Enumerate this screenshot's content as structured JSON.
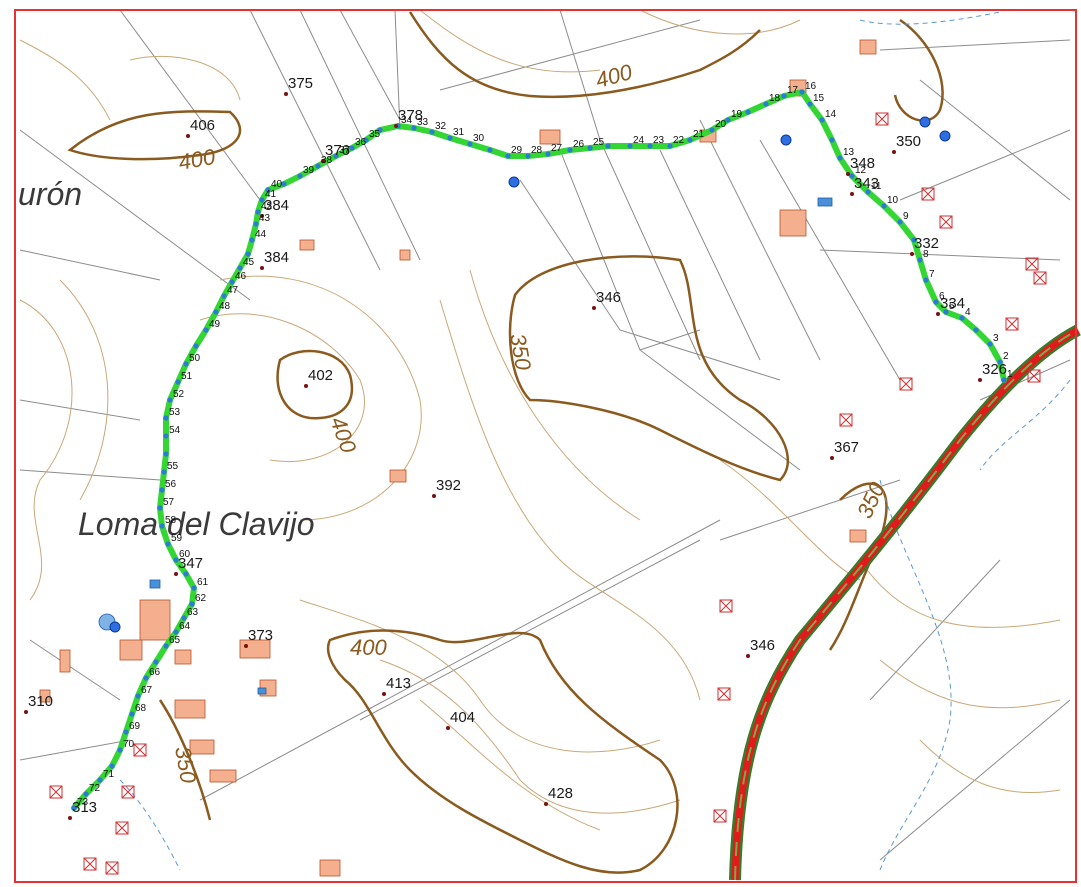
{
  "place_names": [
    "Loma del Clavijo",
    "urón"
  ],
  "contour_labels": [
    "400",
    "400",
    "400",
    "400",
    "350",
    "350",
    "350"
  ],
  "elevation_labels": [
    "375",
    "406",
    "378",
    "350",
    "348",
    "343",
    "332",
    "334",
    "326",
    "346",
    "402",
    "392",
    "367",
    "384",
    "384",
    "347",
    "346",
    "373",
    "413",
    "404",
    "428",
    "310",
    "376",
    "313"
  ],
  "waypoint_labels": [
    "1",
    "2",
    "3",
    "4",
    "5",
    "6",
    "7",
    "8",
    "9",
    "10",
    "11",
    "12",
    "13",
    "14",
    "15",
    "16",
    "17",
    "18",
    "19",
    "20",
    "21",
    "22",
    "23",
    "24",
    "25",
    "26",
    "27",
    "28",
    "29",
    "30",
    "31",
    "32",
    "33",
    "34",
    "35",
    "36",
    "37",
    "38",
    "39",
    "40",
    "41",
    "42",
    "43",
    "44",
    "45",
    "46",
    "47",
    "48",
    "49",
    "50",
    "51",
    "52",
    "53",
    "54",
    "55",
    "56",
    "57",
    "58",
    "59",
    "60",
    "61",
    "62",
    "63",
    "64",
    "65",
    "66",
    "67",
    "68",
    "69",
    "70",
    "71",
    "72",
    "73"
  ],
  "colors": {
    "frame": "#e63232",
    "route_line": "#33d633",
    "route_points": "#2e7bd6",
    "contour": "#8a5a1e",
    "minor_contour": "#c4a070",
    "road": "#e01b1b",
    "road_casing": "#3a7a2a",
    "buildings": "#f0a080",
    "water": "#4a90d9",
    "parcel_lines": "#7a7a7a"
  },
  "icons": [
    "spring-icon",
    "ruin-icon",
    "elevation-point-icon"
  ]
}
